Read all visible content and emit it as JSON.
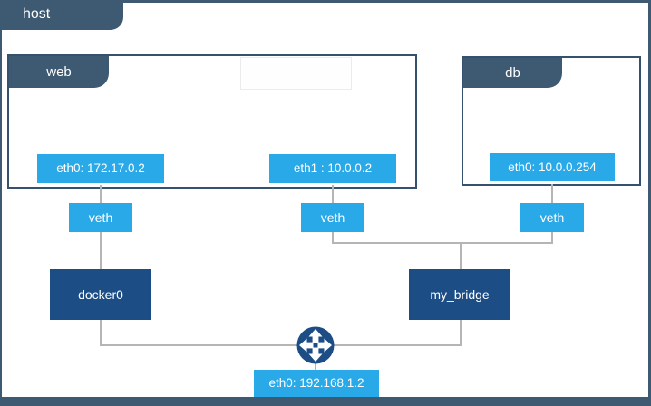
{
  "diagram": {
    "host": {
      "label": "host",
      "interface": {
        "label": "eth0: 192.168.1.2"
      }
    },
    "containers": [
      {
        "label": "web",
        "interfaces": [
          {
            "label": "eth0: 172.17.0.2"
          },
          {
            "label": "eth1 : 10.0.0.2"
          }
        ]
      },
      {
        "label": "db",
        "interfaces": [
          {
            "label": "eth0: 10.0.0.254"
          }
        ]
      }
    ],
    "veths": [
      {
        "label": "veth"
      },
      {
        "label": "veth"
      },
      {
        "label": "veth"
      }
    ],
    "bridges": [
      {
        "label": "docker0"
      },
      {
        "label": "my_bridge"
      }
    ],
    "icons": {
      "router": "crossed-arrows-router-icon"
    }
  },
  "colors": {
    "slate": "#3e5a72",
    "azure": "#29a9e8",
    "navy": "#1c4d85",
    "box_border": "#35516d",
    "line_gray": "#b5b5b5",
    "background": "#ffffff"
  }
}
